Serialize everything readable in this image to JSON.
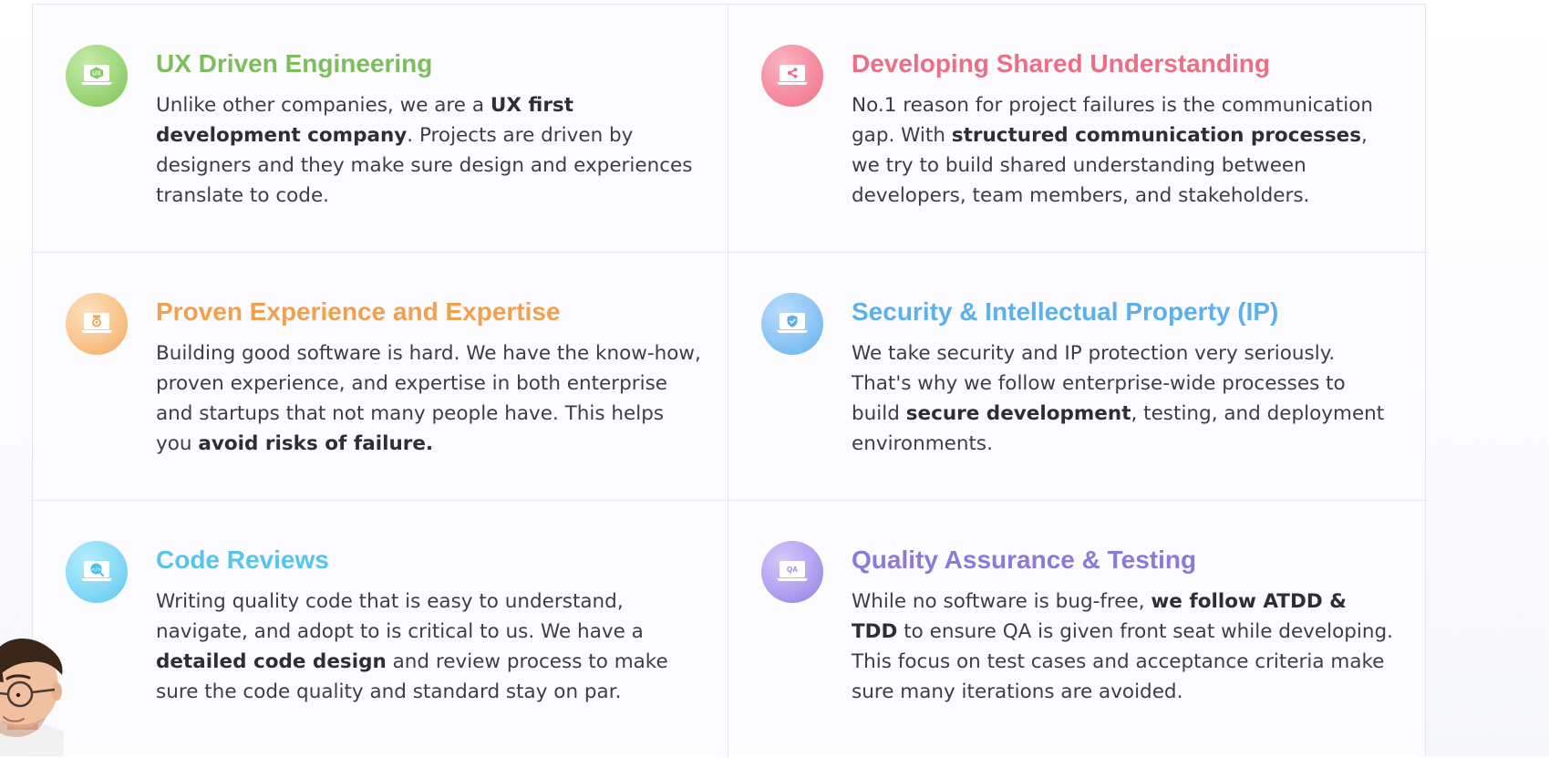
{
  "cards": [
    {
      "title": "UX Driven Engineering",
      "title_color": "#7cbd5c",
      "icon": "ux-laptop-icon",
      "icon_text": "UX",
      "body": [
        {
          "t": "Unlike other companies, we are a ",
          "b": false
        },
        {
          "t": "UX first development company",
          "b": true
        },
        {
          "t": ". Projects are driven by designers and they make sure design and experiences translate to code.",
          "b": false
        }
      ]
    },
    {
      "title": "Developing Shared Understanding",
      "title_color": "#ec6f86",
      "icon": "share-laptop-icon",
      "icon_text": "",
      "body": [
        {
          "t": "No.1 reason for project failures is the communication gap. With ",
          "b": false
        },
        {
          "t": "structured communication processes",
          "b": true
        },
        {
          "t": ", we try to build shared understanding between developers, team members, and stakeholders.",
          "b": false
        }
      ]
    },
    {
      "title": "Proven Experience and Expertise",
      "title_color": "#f2a04f",
      "icon": "medal-laptop-icon",
      "icon_text": "",
      "body": [
        {
          "t": "Building good software is hard. We have the know-how, proven experience, and expertise in both enterprise and startups that not many people have. This helps you ",
          "b": false
        },
        {
          "t": "avoid risks of failure.",
          "b": true
        }
      ]
    },
    {
      "title": "Security & Intellectual Property (IP)",
      "title_color": "#5cb0ee",
      "icon": "shield-laptop-icon",
      "icon_text": "",
      "body": [
        {
          "t": "We take security and IP protection very seriously. That's why we follow enterprise-wide processes to build ",
          "b": false
        },
        {
          "t": "secure development",
          "b": true
        },
        {
          "t": ", testing, and deployment environments.",
          "b": false
        }
      ]
    },
    {
      "title": "Code Reviews",
      "title_color": "#55c5ee",
      "icon": "code-search-laptop-icon",
      "icon_text": "</>",
      "body": [
        {
          "t": "Writing quality code that is easy to understand, navigate, and adopt to is critical to us. We have a ",
          "b": false
        },
        {
          "t": "detailed code design",
          "b": true
        },
        {
          "t": " and review process to make sure the code quality and standard stay on par.",
          "b": false
        }
      ]
    },
    {
      "title": "Quality Assurance & Testing",
      "title_color": "#8c79d8",
      "icon": "qa-laptop-icon",
      "icon_text": "QA",
      "body": [
        {
          "t": "While no software is bug-free, ",
          "b": false
        },
        {
          "t": "we follow ATDD & TDD",
          "b": true
        },
        {
          "t": " to ensure QA is given front seat while developing. This focus on test cases and acceptance criteria make sure many iterations are avoided.",
          "b": false
        }
      ]
    }
  ],
  "avatar_icon": "support-person-avatar"
}
